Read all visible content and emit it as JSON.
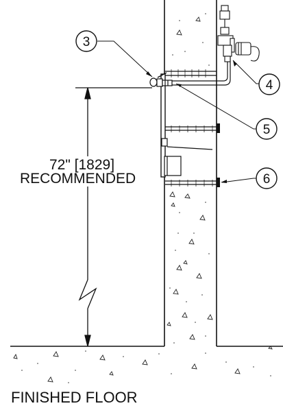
{
  "dimension": {
    "value": "72\" [1829]",
    "note": "RECOMMENDED"
  },
  "floor_label": "FINISHED FLOOR",
  "callouts": [
    {
      "number": "3"
    },
    {
      "number": "4"
    },
    {
      "number": "5"
    },
    {
      "number": "6"
    }
  ],
  "colors": {
    "line": "#111111",
    "background": "#ffffff"
  }
}
